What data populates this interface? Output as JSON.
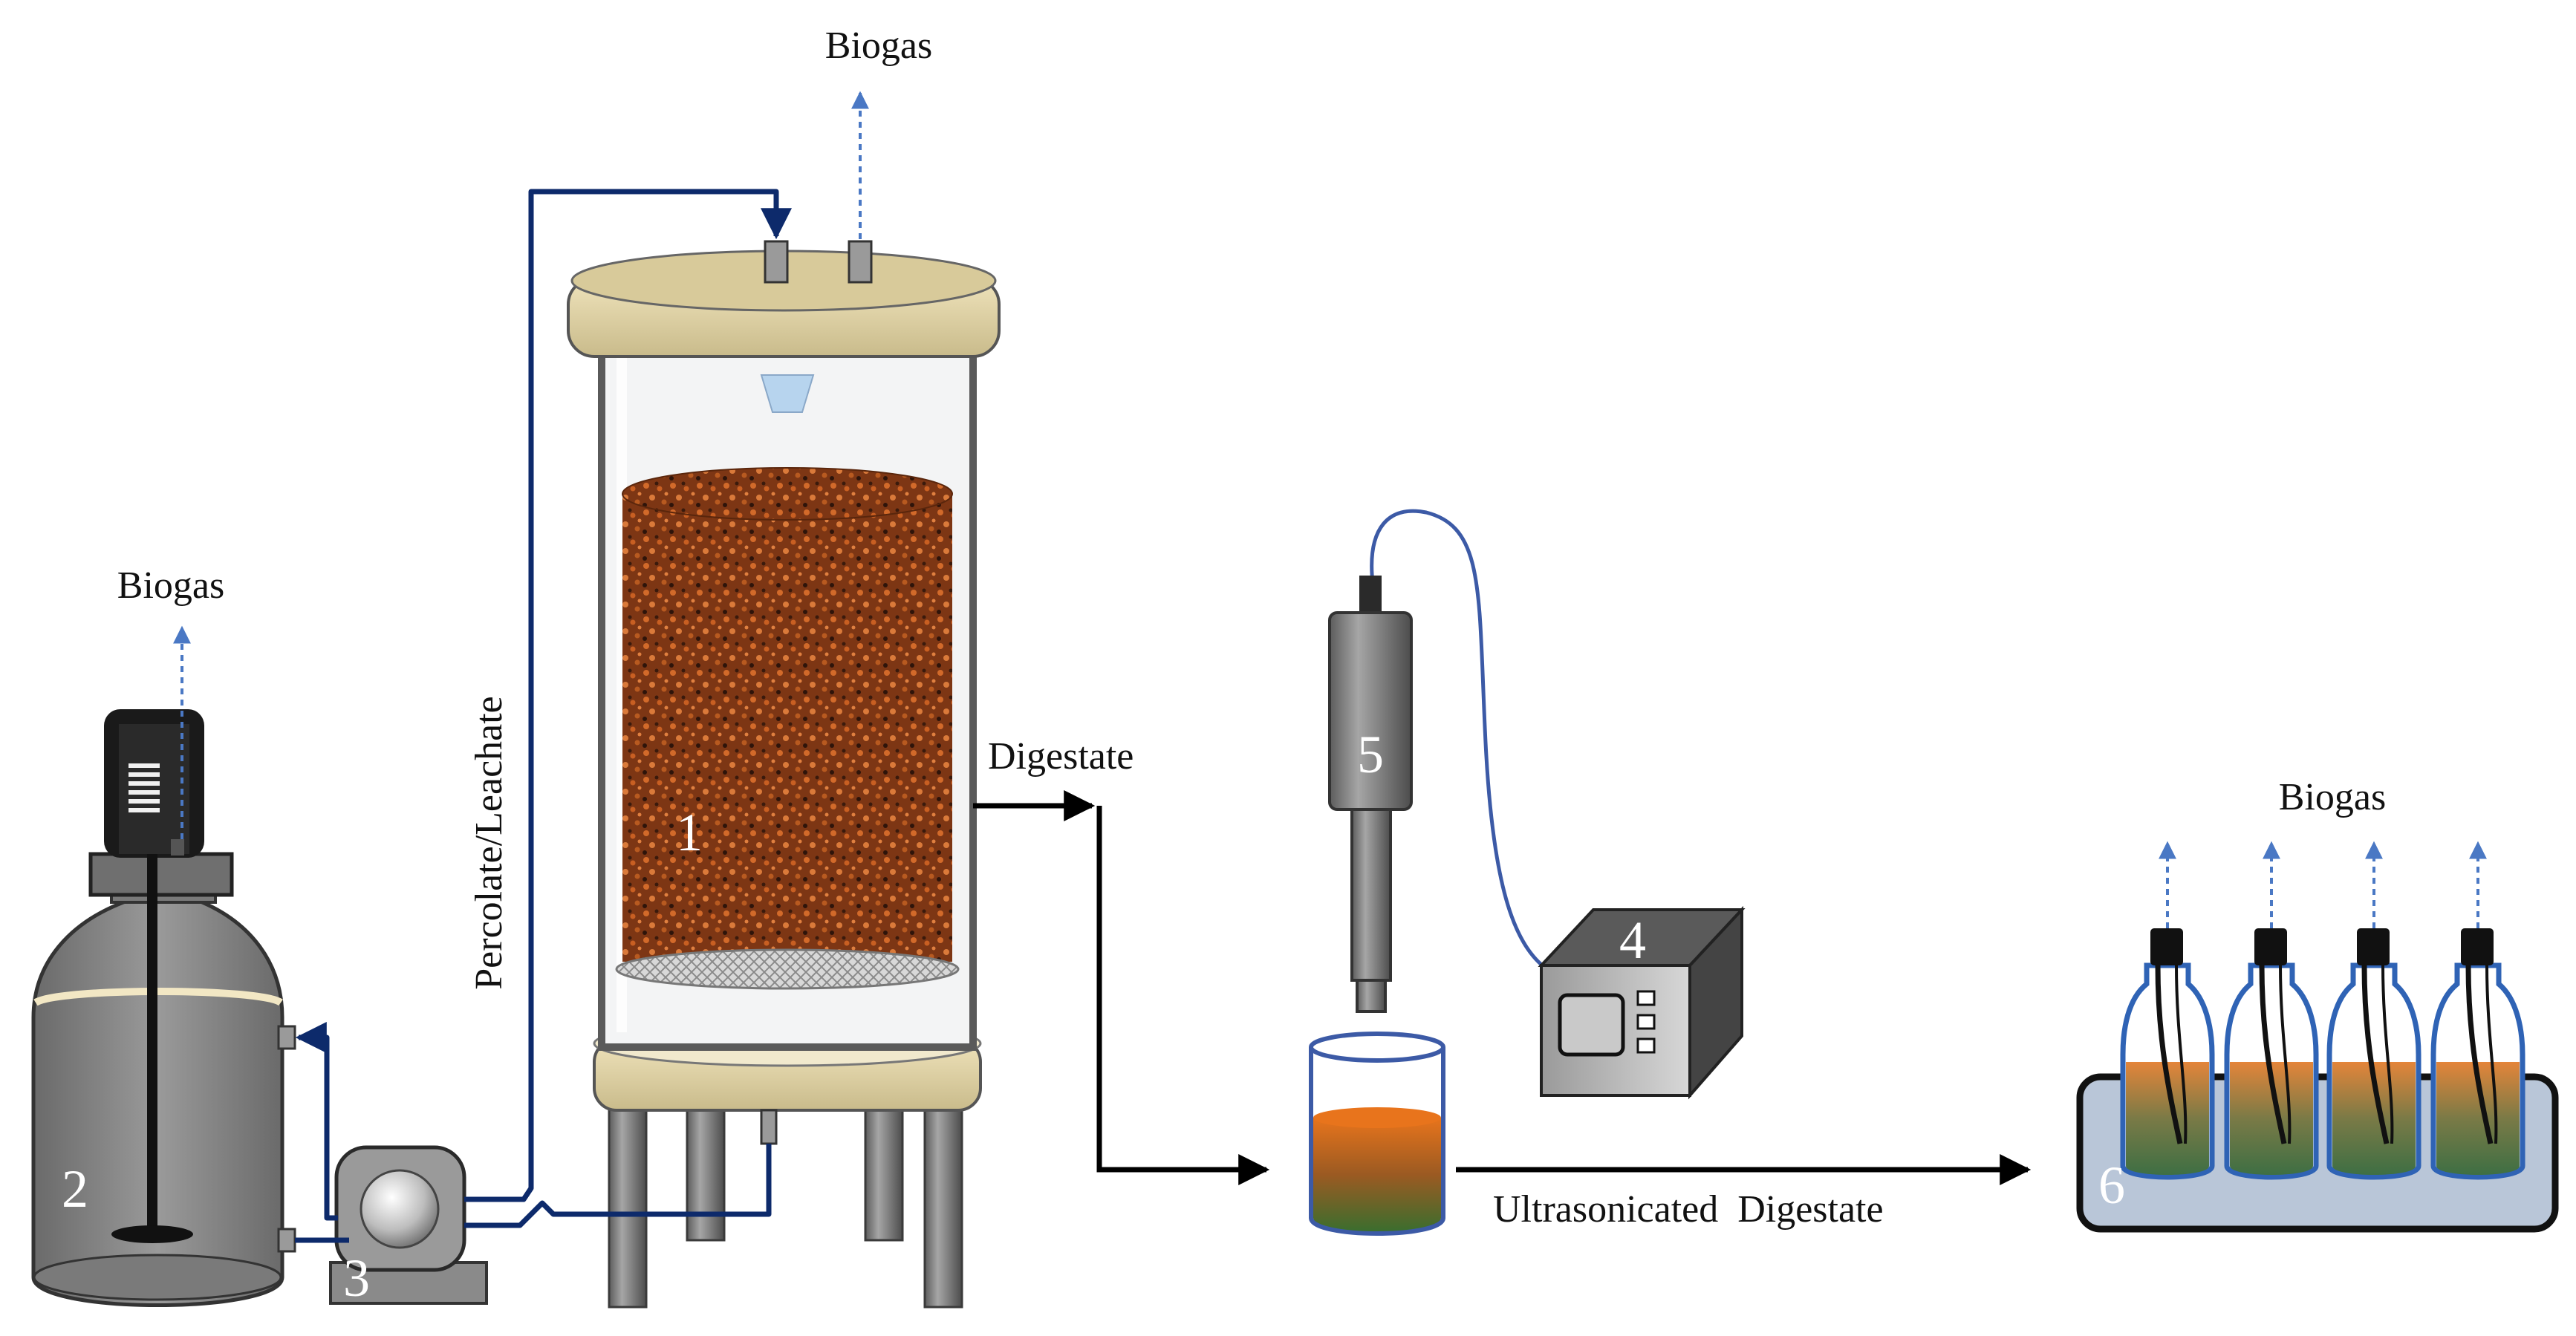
{
  "labels": {
    "biogas_top": "Biogas",
    "biogas_left": "Biogas",
    "biogas_right": "Biogas",
    "percolate": "Percolate/Leachate",
    "digestate": "Digestate",
    "ultrasonicated": "Ultrasonicated  Digestate"
  },
  "numbers": {
    "reactor": "1",
    "tank": "2",
    "pump": "3",
    "generator": "4",
    "sonicator": "5",
    "bath": "6"
  },
  "colors": {
    "pipe": "#0d2a6b",
    "biogas_arrow": "#4a78c4",
    "substrate": "#8a3f18",
    "liquid_orange": "#e07020",
    "liquid_green": "#3d6b2a",
    "grey": "#7a7a7a",
    "tank_lid": "#e9dcb0",
    "bath": "#b9c6d8"
  }
}
